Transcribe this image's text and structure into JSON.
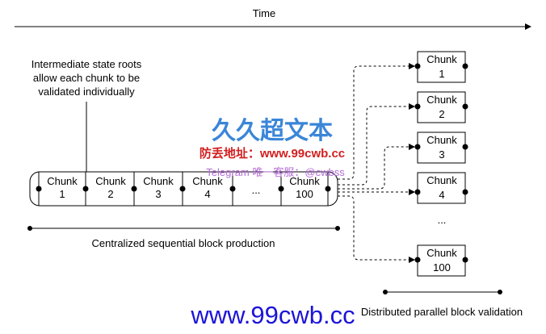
{
  "time_label": "Time",
  "annotation_lines": [
    "Intermediate state roots",
    "allow each chunk to be",
    "validated individually"
  ],
  "sequential_chunks": [
    {
      "word": "Chunk",
      "num": "1"
    },
    {
      "word": "Chunk",
      "num": "2"
    },
    {
      "word": "Chunk",
      "num": "3"
    },
    {
      "word": "Chunk",
      "num": "4"
    }
  ],
  "ellipsis": "...",
  "final_chunk": {
    "word": "Chunk",
    "num": "100"
  },
  "centralized_label": "Centralized sequential block production",
  "parallel_chunks": [
    {
      "word": "Chunk",
      "num": "1"
    },
    {
      "word": "Chunk",
      "num": "2"
    },
    {
      "word": "Chunk",
      "num": "3"
    },
    {
      "word": "Chunk",
      "num": "4"
    },
    {
      "word": "Chunk",
      "num": "100"
    }
  ],
  "parallel_ellipsis": "...",
  "distributed_label": "Distributed parallel block validation",
  "watermark": {
    "title": "久久超文本",
    "address": "防丢地址：www.99cwb.cc",
    "contact": "Telegram 唯一客服：@cwbss",
    "url": "www.99cwb.cc"
  }
}
